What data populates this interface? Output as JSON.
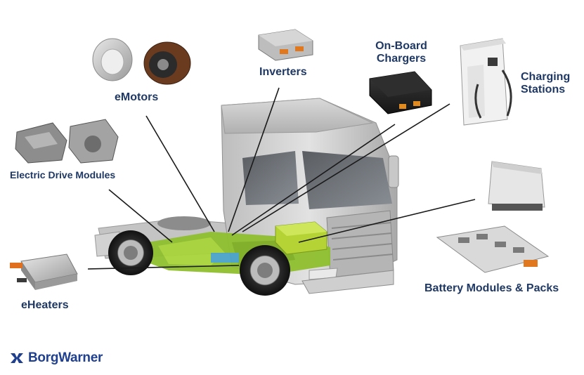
{
  "components": {
    "emotors": "eMotors",
    "inverters": "Inverters",
    "onboard_chargers_line1": "On-Board",
    "onboard_chargers_line2": "Chargers",
    "charging_stations_line1": "Charging",
    "charging_stations_line2": "Stations",
    "electric_drive_modules": "Electric Drive Modules",
    "eheaters": "eHeaters",
    "battery_modules_packs": "Battery Modules & Packs"
  },
  "brand": {
    "name": "BorgWarner",
    "color": "#1f3f8f"
  },
  "colors": {
    "label": "#1f3864",
    "powertrain_highlight": "#9acd32",
    "battery_highlight": "#b5d334"
  }
}
